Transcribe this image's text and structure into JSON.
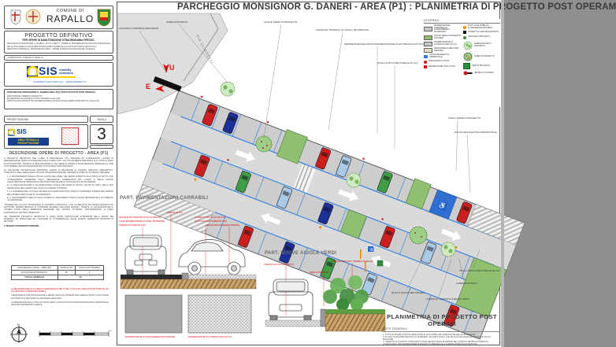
{
  "header": {
    "dept_line": "COMUNE DI",
    "city": "RAPALLO"
  },
  "project_box": {
    "title": "PROGETTO DEFINITIVO",
    "subtitle": "PER OPERE DI MANUTENZIONE STRAORDINARIA PRESSO:",
    "bullets": [
      "PARCHEGGIO MONSIGNOR G. DANERI / VIA F.LLI BETTI - OPERE DI RIGENERAZIONE TECNICO-FUNZIONALE DELLE DUE AREE DI SOSTA DESTINATE RISPETTIVAMENTE AD AUTOVETTURE (E MOTOCICLI)",
      "DEPOSITO COMUNALE / FRAZIONE MULTEDO - OPERE DI RIQUALIFICAZIONE DEL PIAZZALE"
    ]
  },
  "committente": "COMMITTENTE: COMUNE DI RAPALLO",
  "sis_box": {
    "brand": "SIS",
    "tagline": "mobility solutions",
    "contact": "SIS MOBILITY SOLUTIONS S.R.L. - WWW.SISMOBILITY.IT"
  },
  "doc_box": {
    "title": "PARCHEGGIO MONSIGNOR G. DANERI AREA (P1) STATO DI FATTO POST OPERAM",
    "line1": "DESCRIZIONE OPERE DI PROGETTO:",
    "line2": "PLANIMETRIA DI PROGETTO POST OPERAM (scala 1:50)",
    "line3": "PARTICOLARI COSTRUTTIVI PAVIMENTAZIONI E NUOVE AIUOLE VERDI DI PROGETTO (scala 1:20)"
  },
  "progettazione_label": "PROGETTAZIONE",
  "tavola_label": "TAVOLA",
  "tavola_number": "3",
  "formato_label": "FORMATO A3",
  "area_tecnica_label": "AREA TECNICA & PROGETTAZIONE",
  "description": {
    "heading": "DESCRIZIONE OPERE DI PROGETTO - AREA (P1)",
    "p1": "IL PROGETTO DEFINITIVO PER L'AREA DI PARCHEGGIO (P1), PREVEDE UN COMPLESSIVO LAVORO DI RIGENERAZIONE TECNICO-FUNZIONALE DELL'INTERO SITO, GIA' ATTUALMENTE DESTINATO ALLA SOSTA A RASO DI AUTOVETTURE, TRAMITE LA REALIZZAZIONE DI UNA SERIE DI OPERE DI MANUTENZIONE ORDINARIA AL FINE DI OTTENERE UNA RICONFIGURAZIONE TOTALE DEGLI SPAZI ESISTENTI.",
    "p2": "LA SOLUZIONE PROGETTUALE PROPOSTA, ANCHE IN RELAZIONE AL VIGENTE IMPIANTO URBANISTICO-VIABILISTICO DELL'AREA E DELL'ATTUALE ORGANIZZAZIONE DEL SISTEMA DI VIABILITA' CITTADINA, PREVEDE:",
    "bullets": [
      "A.  IL MANTENIMENTO DELLE ATTUALI QUOTE DELL'AREA, NEL SENSO RISPETTO ALLO STATO DI FATTO, CON CONSEGUENTE CONFERMA DELLA PERCEZIONE COMPLESSIVA DEI LUOGHI E DELLE MACRO CARATTERISTICHE URBANISTICO-ARCHITETTONICHE DELLO STATO ESATTO ANTE-OPERAM.",
      "B.  LA RIQUALIFICAZIONE E VALORIZZAZIONE TOTALE DELL'AREA DI SOSTA, ANCHE IN VIRTU' DELLA SUA IMPORTANZA NELL'AMBITO DEL TESSUTO URBANO CITTADINO.",
      "C.  LA CONFERMA DELL'ATTUALE SISTEMA DI ACCESSO/USCITA E VIABILITA' CARRABILE INTERNA NELL'AMBITO DELL'INTERA AREA OGGETTO D'INTERVENTO.",
      "D.  IL MANTENIMENTO DELL'ATTUALE SISTEMA DI SMALTIMENTO DELLE ACQUE METEORICHE E DI PUBBLICA ILLUMINAZIONE."
    ],
    "p3": "L'INSIEME DEL LAY-OUT FUNZIONALE DI PROGETTO PROPOSTO, CON LE RELATIVE SOLUZIONI PROGETTUALI ADOTTATE, PERMETTERANNO DI OTTENERE SENSIBILI MIGLIORIE SPAZIALI, TRAMITE LA VALORIZZAZIONE DI UN'AREA POSTA NELLE IMMEDIATE ADIACENZE DEL CENTRO CITTADINO, MANTENENDONE LA PIENA FUNZIONALITA' TECNICO-OPERATIVA.",
    "p4": "NEL PRESENTE PROGETTO DEFINITIVO E' STATA POSTA PARTICOLARE ATTENZIONE NELLA SCELTA DEI MATERIALI DA INSTALLARE ED UTILIZZARE IN OTTEMPERANZA DELLE VIGENTI NORMATIVE TECNICHE DI SETTORE.",
    "p5": "IL PROGETTO DEFINITIVO PREVEDE:",
    "red_bullets": [
      "LA REALIZZAZIONE DI UN AREA DI PARCHEGGIO PER TOTALI N.30 STALLI PER AUTOVETTURE (DI CUI N.2 DESTINATI A PERSONE DISABILI).",
      "L'ADOZIONE DI UNA CIRCOLAZIONE A SENSO UNICO ALL'INTERNO DELL'AREA DI SOSTA, CON CORSIE DI TRANSITO E MANOVRA DI LARGHEZZA ADEGUATA.",
      "LA DIMENSIONE DEGLI STALLI DI SOSTA PARI A 2,50x5,00 M CON NUOVA SEGNALETICA ORIZZONTALE SECONDO NORMATIVA VIGENTE."
    ]
  },
  "counts_table": {
    "c1": "PARCHEGGIO A RASO - AREA (P1)",
    "c2": "POSTI AUTO",
    "c3": "POSTI AUTO DISABILI",
    "row_label": "DOTAZIONE DI PROGETTO",
    "v1": "28",
    "v2": "2",
    "total_label": "TOTALE GENERALE",
    "total_value": "30"
  },
  "compass_n": "N",
  "scale_unit": "m",
  "title_bar": "PARCHEGGIO MONSIGNOR G. DANERI - AREA (P1) : PLANIMETRIA DI PROGETTO POST OPERAM",
  "legend": {
    "title": "LEGENDA",
    "items": [
      {
        "label": "PAVIMENTAZIONE CARRABILE IN CONGLOMERATO BITUMINOSO"
      },
      {
        "label": "AIUOLE VERDI IN PROGETTO CON SIEPI"
      },
      {
        "label": "PAVIMENTAZIONE IN AUTOBLOCCANTI DI CLS"
      },
      {
        "label": "MARCIAPIEDI E PERCORSI PEDONALI"
      },
      {
        "label": "NUOVA SEGNALETICA ORIZZONTALE"
      },
      {
        "label": "DISSUASORI DI SOSTA"
      },
      {
        "label": "DELIMITAZIONE STALLI AUTO"
      },
      {
        "label": "PUNTI LUCE PUBBLICA ILLUMINAZIONE ESISTENTI"
      },
      {
        "label": "POZZETTI E CADITOIE ESISTENTI"
      },
      {
        "label": "CADITOIE IN PROGETTO"
      },
      {
        "label": "ALBERI ESISTENTI MANTENUTI"
      },
      {
        "label": "ALBERI IN PROGETTO"
      },
      {
        "label": "SIEPI IN PROGETTO"
      },
      {
        "label": "SBARRA DI ACCESSO"
      }
    ]
  },
  "drawing": {
    "road_label": "VIA ULISSETTI",
    "exit_letter": "U",
    "entry_letter": "E",
    "callouts": [
      "ACCESSO CARRABILE ESISTENTE",
      "ALBERI ESISTENTI",
      "AIUOLE VERDI IN PROGETTO",
      "CORSIA DI TRANSITO IN CONGL. BITUMINOSO",
      "PERIMETRAZIONE NUOVA PAVIMENTAZIONE IN AUTOBLOCCANTI DI CLS",
      "STALLI AUTO IN BETONELLE DI CLS",
      "STALLI VERDI IN PROGETTO",
      "NUOVA SEGNALETICA ORIZZONTALE",
      "STALLO SOSTA PER DISABILI",
      "CORSIA DI TRANSITO A SENSO UNICO",
      "ALBERI ESISTENTI",
      "STALLI AUTO IN BETONELLE DI CLS"
    ]
  },
  "details": {
    "pav_title": "PART. PAVIMENTAZIONI CARRABILI",
    "pav_labels_left": [
      "SEGNALETICA ORIZZONTALE DI COLORE BLU",
      "NUOVA PAVIMENTAZIONE IN CONGL. BITUMINOSO",
      "TAPPETO DI USURA SP. 3 CM",
      "CORDOLO IN CLS"
    ],
    "pav_labels_right": [
      "AUTOBLOCCANTI IN CLS SP. 8 CM",
      "LETTO DI POSA IN SABBIA SP. 5 CM",
      "MASSICCIATA STRADALE ESISTENTE"
    ],
    "swatch1_label": "PAVIMENTAZIONE IN CONGLOMERATO BITUMINOSO",
    "swatch2_label": "PAVIMENTAZIONE IN AUTOBLOCCANTI DI CLS",
    "verde_title": "PART. NUOVE AIUOLE VERDI",
    "verde_labels": [
      "CORDOLO IN CLS IN PROGETTO",
      "SIEPE IN PROGETTO",
      "ESSENZE ARBUSTIVE / TERRENO VEGETALE"
    ]
  },
  "bottom": {
    "plan_title": "PLANIMETRIA DI PROGETTO POST OPERAM",
    "notes_title": "NOTE GENERALI",
    "notes": [
      "1.  TUTTE LE MISURE SONO DA VERIFICARSI IN LOCO PRIMA DELL'ESECUZIONE DELLE LAVORAZIONI.",
      "2.  IN CASO DI DISCORDANZA TRA GLI ELABORATI, VALGONO QUELLI CON SCALA DI MAGGIOR DETTAGLIO E IN SCALA MAGGIORE.",
      "3.  I PREZZI E LE QUANTITA' DI PROGETTO SONO DESUNTI DAGLI ELABORATI DEL COMPUTO METRICO ESTIMATIVO.",
      "4.  PER QUANTO NON ESPRESSAMENTE INDICATO SI RIMANDA ALLA VIGENTE NORMATIVA DI SETTORE."
    ]
  },
  "colors": {
    "stall_blue": "#2f7fe0",
    "car_red": "#cc1f1f",
    "car_navy": "#1c2f96",
    "car_green": "#3f9e46",
    "car_lightblue": "#a9cbe8",
    "green_area": "#8fbf6f",
    "callout_red": "#cc0000",
    "sis_blue": "#163f8f",
    "sis_yellow": "#ffd400"
  }
}
